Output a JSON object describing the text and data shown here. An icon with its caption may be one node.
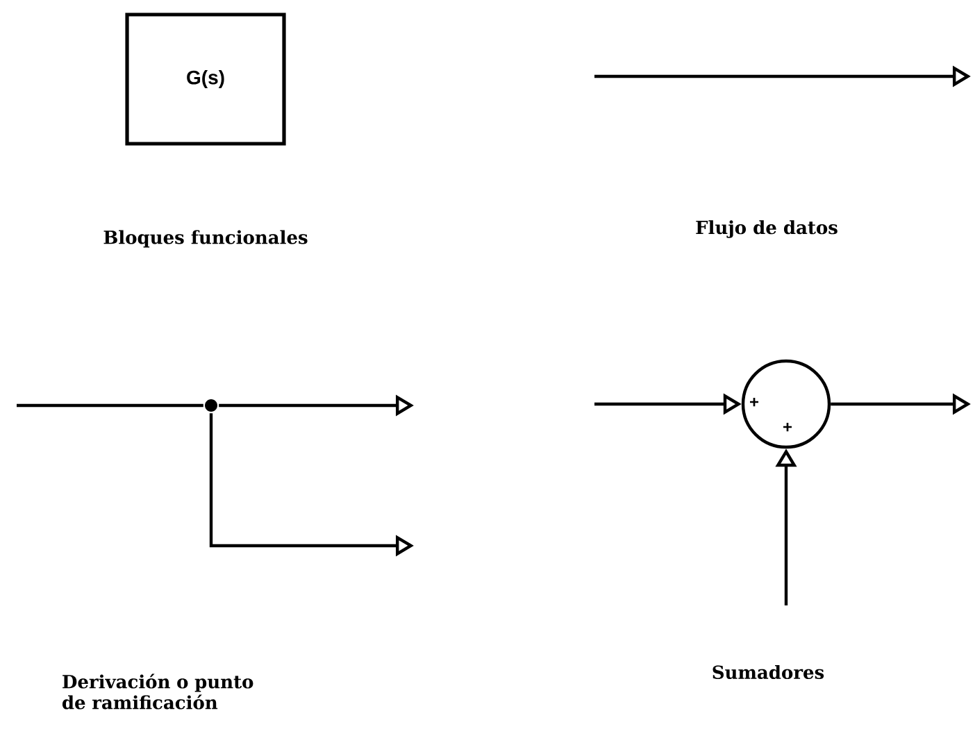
{
  "diagram": {
    "nodes": [
      {
        "text": [
          "G(s)"
        ]
      },
      {
        "text": [],
        "shape": "circle"
      },
      {
        "text": [
          "+",
          "+"
        ]
      }
    ],
    "edges": [
      {
        "from": null,
        "to": 1,
        "arrow": "none"
      },
      {
        "from": 1,
        "to": null,
        "arrow": "to"
      },
      {
        "from": 1,
        "to": null,
        "arrow": "to"
      },
      {
        "from": null,
        "to": 2,
        "arrow": "to"
      },
      {
        "from": null,
        "to": 2,
        "arrow": "to"
      },
      {
        "from": 2,
        "to": null,
        "arrow": "to"
      }
    ],
    "labels": [
      "Bloques funcionales",
      "Flujo de datos",
      "Derivación o punto de ramificación",
      "Sumadores"
    ]
  }
}
